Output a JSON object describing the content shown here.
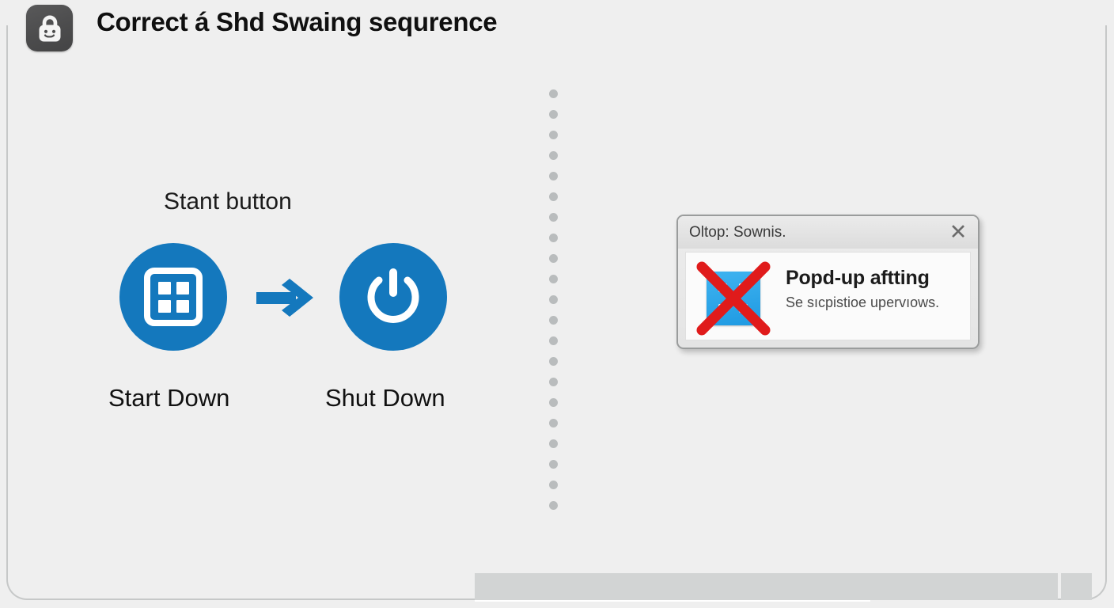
{
  "header": {
    "title": "Correct á Shd Swaing sequrence",
    "badge_icon": "padlock-smiley-icon"
  },
  "sequence": {
    "caption": "Stant button",
    "steps": [
      {
        "label": "Start Down",
        "icon": "windows-grid-icon"
      },
      {
        "label": "Shut Down",
        "icon": "power-icon"
      }
    ],
    "arrow_icon": "arrow-right-icon",
    "accent_color": "#1478bd"
  },
  "divider": {
    "icon": "dotted-vertical-divider",
    "dot_count": 21,
    "dot_color": "#b9bcbd"
  },
  "dialog": {
    "title": "Oltop:  Sownis.",
    "close_label": "✕",
    "heading": "Popd-up aftting",
    "subtext": "Se sıcpistioe upervıows.",
    "icon": "blocked-popup-icon",
    "tile_color": "#29a3e8",
    "block_color": "#e01b1b"
  },
  "scrollbar": {
    "track_name": "horizontal-scrollbar",
    "color": "#d2d4d4"
  }
}
